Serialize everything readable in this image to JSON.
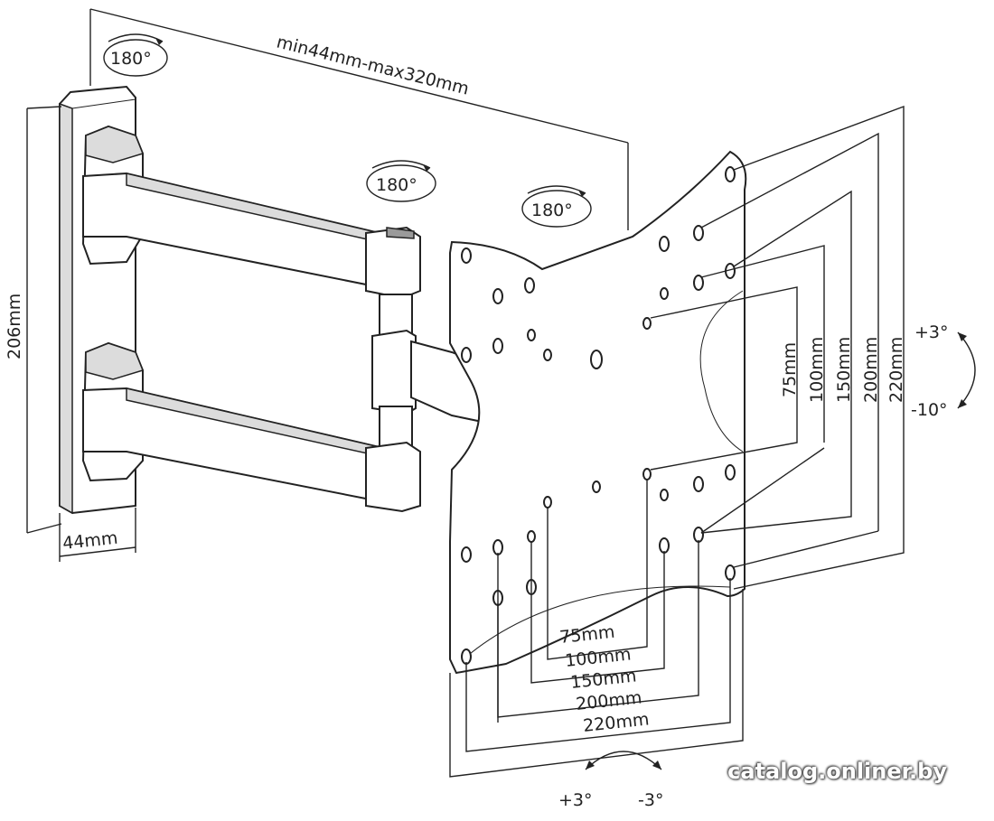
{
  "labels": {
    "arm_span": "min44mm-max320mm",
    "height": "206mm",
    "depth": "44mm",
    "rot_wall": "180°",
    "rot_mid": "180°",
    "rot_head": "180°",
    "v_75": "75mm",
    "v_100": "100mm",
    "v_150": "150mm",
    "v_200": "200mm",
    "v_220": "220mm",
    "h_75": "75mm",
    "h_100": "100mm",
    "h_150": "150mm",
    "h_200": "200mm",
    "h_220": "220mm",
    "tilt_up": "+3°",
    "tilt_down": "-10°",
    "swivel_left": "+3°",
    "swivel_right": "-3°"
  },
  "watermark": "catalog.onliner.by"
}
